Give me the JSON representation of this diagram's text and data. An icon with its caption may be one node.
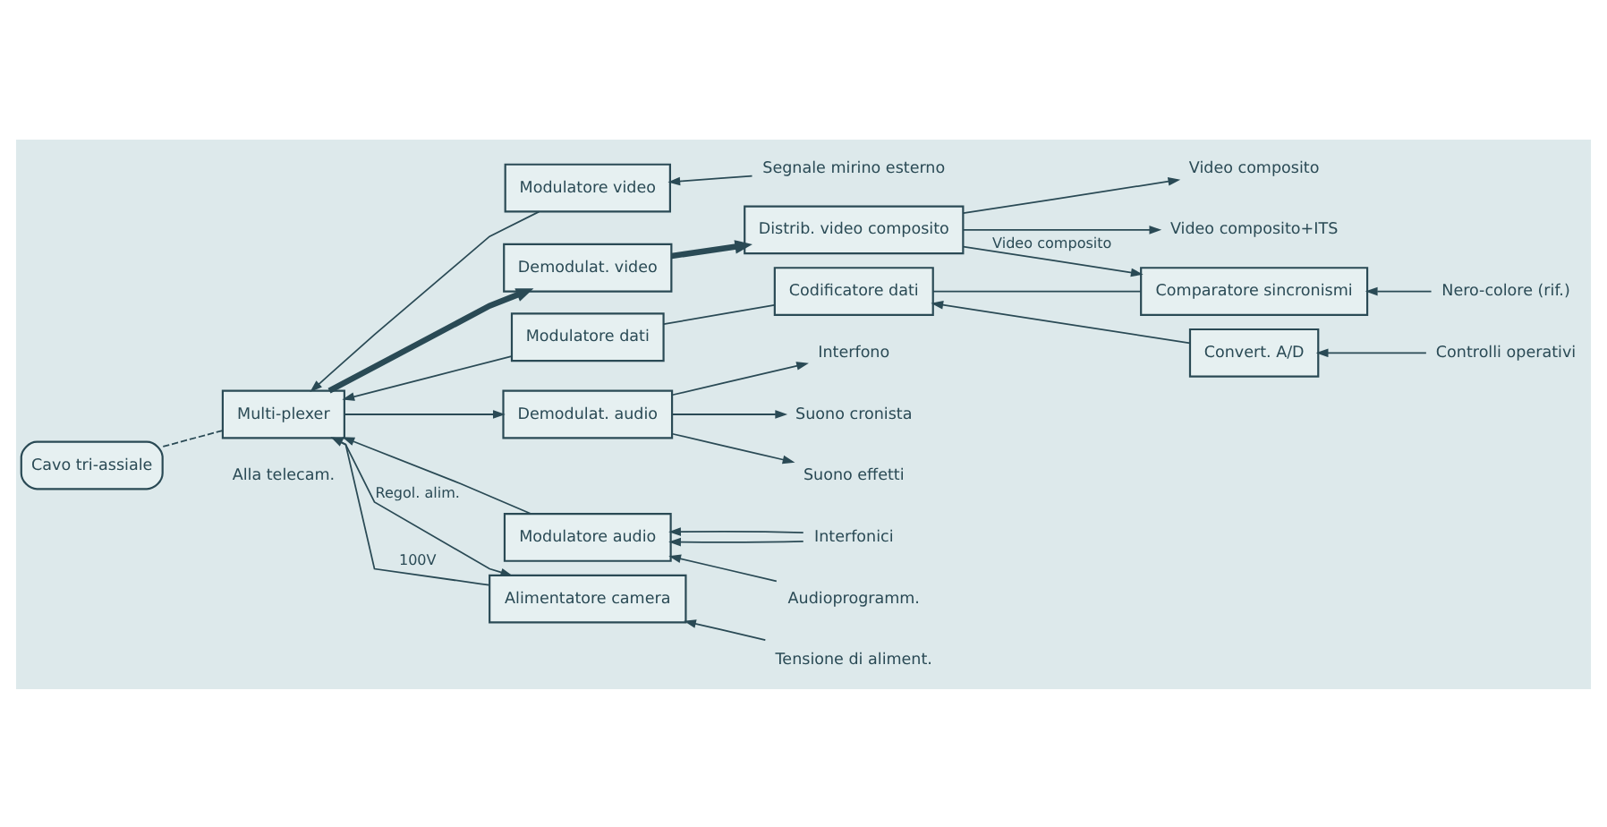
{
  "diagram": {
    "nodes": [
      {
        "text": [
          "Modulatore video"
        ]
      },
      {
        "text": [
          "Segnale mirino esterno"
        ]
      },
      {
        "text": [
          "Demodulat. video"
        ]
      },
      {
        "text": [
          "Distrib. video composito"
        ]
      },
      {
        "text": [
          "Video composito"
        ]
      },
      {
        "text": [
          "Video composito+ITS"
        ]
      },
      {
        "text": [
          "Modulatore dati"
        ]
      },
      {
        "text": [
          "Codificatore dati"
        ]
      },
      {
        "text": [
          "Convert. A/D"
        ]
      },
      {
        "text": [
          "Controlli operativi"
        ]
      },
      {
        "text": [
          "Cavo tri-assiale"
        ]
      },
      {
        "text": [
          "Multi-plexer"
        ]
      },
      {
        "text": [
          "Comparatore sincronismi"
        ]
      },
      {
        "text": [
          "Nero-colore (rif.)"
        ]
      },
      {
        "text": [
          "Demodulat. audio"
        ]
      },
      {
        "text": [
          "Interfono"
        ]
      },
      {
        "text": [
          "Suono cronista"
        ]
      },
      {
        "text": [
          "Suono effetti"
        ]
      },
      {
        "text": [
          "Modulatore audio"
        ]
      },
      {
        "text": [
          "Interfonici"
        ]
      },
      {
        "text": [
          "Audioprogramm."
        ]
      },
      {
        "text": [
          "Alimentatore camera"
        ]
      },
      {
        "text": [
          "Tensione di aliment."
        ]
      }
    ],
    "edges": [
      {
        "from": 1,
        "to": 0,
        "arrow": "to"
      },
      {
        "from": 0,
        "to": 11,
        "arrow": "to"
      },
      {
        "from": 11,
        "to": 2,
        "arrow": "to",
        "style": "thick"
      },
      {
        "from": 2,
        "to": 3,
        "arrow": "to",
        "style": "thick"
      },
      {
        "from": 3,
        "to": 4,
        "arrow": "to"
      },
      {
        "from": 3,
        "to": 5,
        "arrow": "to"
      },
      {
        "from": 3,
        "to": 12,
        "arrow": "to",
        "label": "Video composito"
      },
      {
        "from": 13,
        "to": 12,
        "arrow": "to"
      },
      {
        "from": 9,
        "to": 8,
        "arrow": "to"
      },
      {
        "from": 8,
        "to": 7,
        "arrow": "to"
      },
      {
        "from": 7,
        "to": 12,
        "arrow": "none"
      },
      {
        "from": 7,
        "to": 6,
        "arrow": "none"
      },
      {
        "from": 6,
        "to": 11,
        "arrow": "to"
      },
      {
        "from": 10,
        "to": 11,
        "arrow": "none",
        "style": "dashed"
      },
      {
        "from": 11,
        "to": 14,
        "arrow": "to"
      },
      {
        "from": 14,
        "to": 15,
        "arrow": "to"
      },
      {
        "from": 14,
        "to": 16,
        "arrow": "to"
      },
      {
        "from": 14,
        "to": 17,
        "arrow": "to"
      },
      {
        "from": 18,
        "to": 11,
        "arrow": "to"
      },
      {
        "from": 19,
        "to": 18,
        "arrow": "to"
      },
      {
        "from": 19,
        "to": 18,
        "arrow": "to"
      },
      {
        "from": 20,
        "to": 18,
        "arrow": "to"
      },
      {
        "from": 11,
        "to": 21,
        "arrow": "to",
        "label": "Regol. alim."
      },
      {
        "from": 21,
        "to": 11,
        "arrow": "to",
        "label": "100V"
      },
      {
        "from": 22,
        "to": 21,
        "arrow": "to"
      }
    ],
    "labels": [
      "Alla telecam."
    ]
  }
}
